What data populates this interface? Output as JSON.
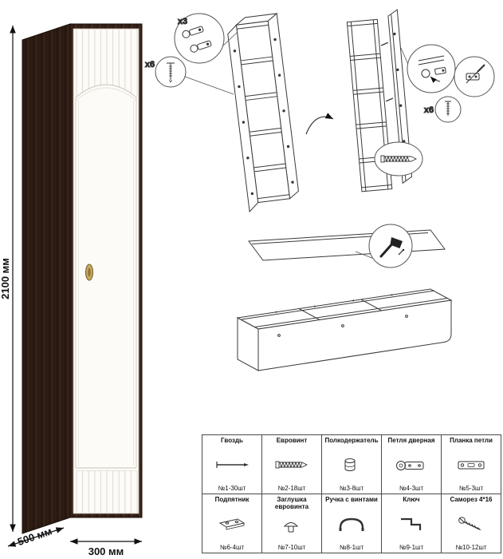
{
  "dimensions": {
    "height_label": "2100 мм",
    "depth_label": "500 мм",
    "width_label": "300 мм"
  },
  "callouts": {
    "hinges_count": "x3",
    "screws_count_left": "x6",
    "screws_count_right": "x6"
  },
  "colors": {
    "cabinet_dark": "#352118",
    "door_white": "#fcfbf7",
    "handle_gold": "#c9a95e",
    "line_color": "#3a3a3a"
  },
  "parts": {
    "row1": [
      {
        "name": "Гвоздь",
        "count": "№1-30шт",
        "icon": "nail-icon"
      },
      {
        "name": "Евровинт",
        "count": "№2-18шт",
        "icon": "confirmat-screw-icon"
      },
      {
        "name": "Полкодержатель",
        "count": "№3-8шт",
        "icon": "shelf-pin-icon"
      },
      {
        "name": "Петля дверная",
        "count": "№4-3шт",
        "icon": "door-hinge-icon"
      },
      {
        "name": "Планка петли",
        "count": "№5-3шт",
        "icon": "hinge-plate-icon"
      }
    ],
    "row2": [
      {
        "name": "Подпятник",
        "count": "№6-4шт",
        "icon": "foot-pad-icon"
      },
      {
        "name": "Заглушка евровинта",
        "count": "№7-10шт",
        "icon": "screw-cap-icon"
      },
      {
        "name": "Ручка с винтами",
        "count": "№8-1шт",
        "icon": "handle-icon"
      },
      {
        "name": "Ключ",
        "count": "№9-1шт",
        "icon": "key-icon"
      },
      {
        "name": "Саморез 4*16",
        "count": "№10-12шт",
        "icon": "screw-icon"
      }
    ]
  }
}
